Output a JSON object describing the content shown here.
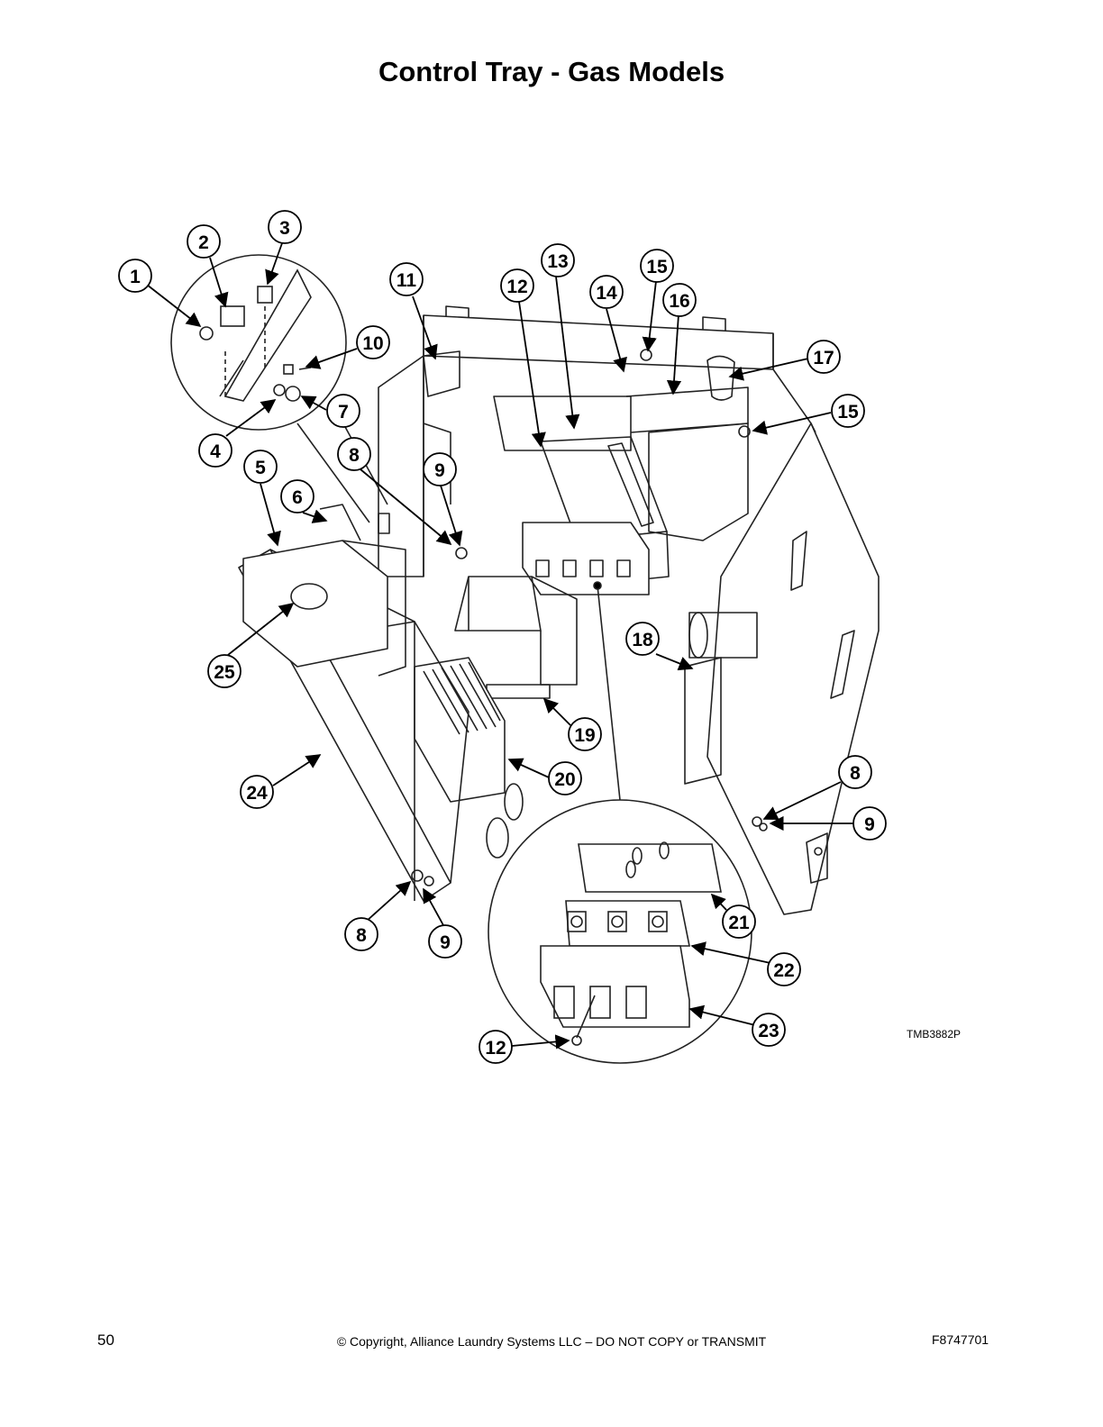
{
  "title": "Control Tray - Gas Models",
  "figure_ref": "TMB3882P",
  "footer": {
    "page_number": "50",
    "copyright": "© Copyright, Alliance Laundry Systems LLC – DO NOT COPY or TRANSMIT",
    "doc_number": "F8747701"
  },
  "callouts": [
    "1",
    "2",
    "3",
    "4",
    "5",
    "6",
    "7",
    "8",
    "9",
    "10",
    "11",
    "12",
    "13",
    "14",
    "15",
    "16",
    "17",
    "18",
    "19",
    "20",
    "21",
    "22",
    "23",
    "24",
    "25"
  ]
}
